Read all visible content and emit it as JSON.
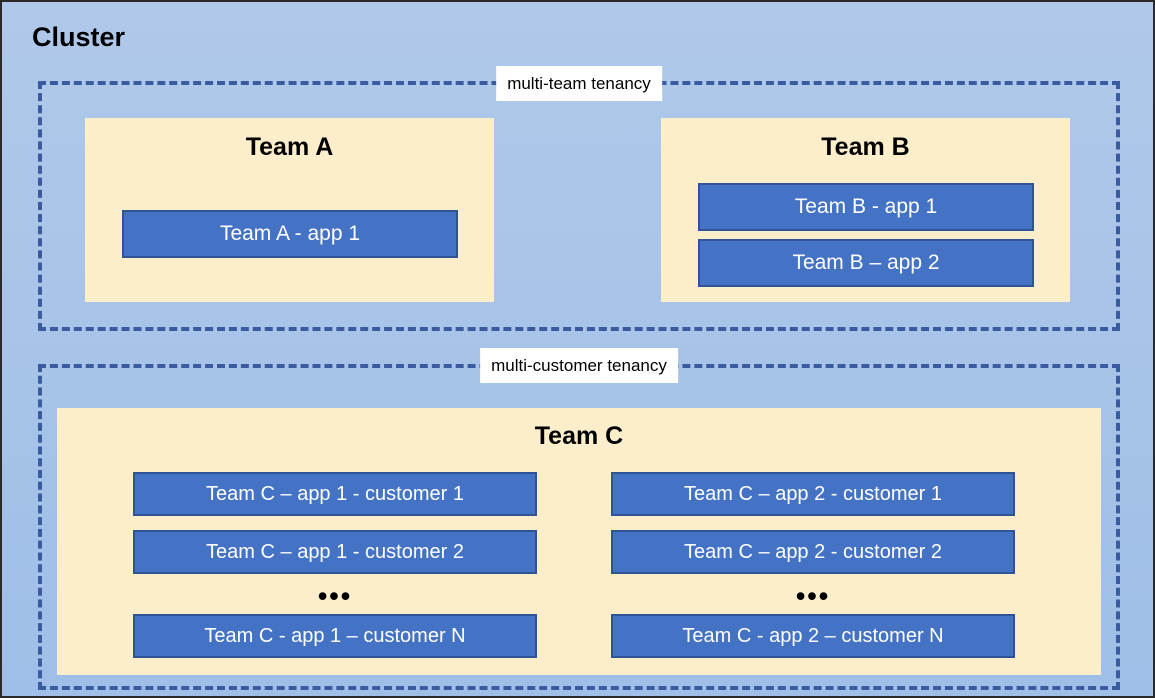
{
  "diagram": {
    "title": "Cluster",
    "background_color": "#a8c4e8",
    "border_color": "#2a2a2a"
  },
  "colors": {
    "team_box_fill": "#fdeecb",
    "app_box_fill": "#4472c4",
    "app_box_border": "#2f5496",
    "dashed_border": "#3a5ba0",
    "label_background": "#ffffff"
  },
  "regions": [
    {
      "id": "multi-team",
      "label": "multi-team tenancy",
      "teams": [
        {
          "id": "team-a",
          "heading": "Team A",
          "apps": [
            {
              "id": "team-a-app-1",
              "label": "Team A - app 1"
            }
          ]
        },
        {
          "id": "team-b",
          "heading": "Team B",
          "apps": [
            {
              "id": "team-b-app-1",
              "label": "Team B - app 1"
            },
            {
              "id": "team-b-app-2",
              "label": "Team B – app 2"
            }
          ]
        }
      ]
    },
    {
      "id": "multi-customer",
      "label": "multi-customer tenancy",
      "teams": [
        {
          "id": "team-c",
          "heading": "Team C",
          "columns": [
            {
              "id": "team-c-app-1",
              "apps": [
                {
                  "label": "Team C – app 1 - customer 1"
                },
                {
                  "label": "Team C – app 1 - customer 2"
                },
                {
                  "label": "Team C - app 1 – customer N"
                }
              ],
              "ellipsis": "•••"
            },
            {
              "id": "team-c-app-2",
              "apps": [
                {
                  "label": "Team C – app 2 - customer 1"
                },
                {
                  "label": "Team C – app 2 - customer 2"
                },
                {
                  "label": "Team C - app 2 – customer N"
                }
              ],
              "ellipsis": "•••"
            }
          ]
        }
      ]
    }
  ]
}
